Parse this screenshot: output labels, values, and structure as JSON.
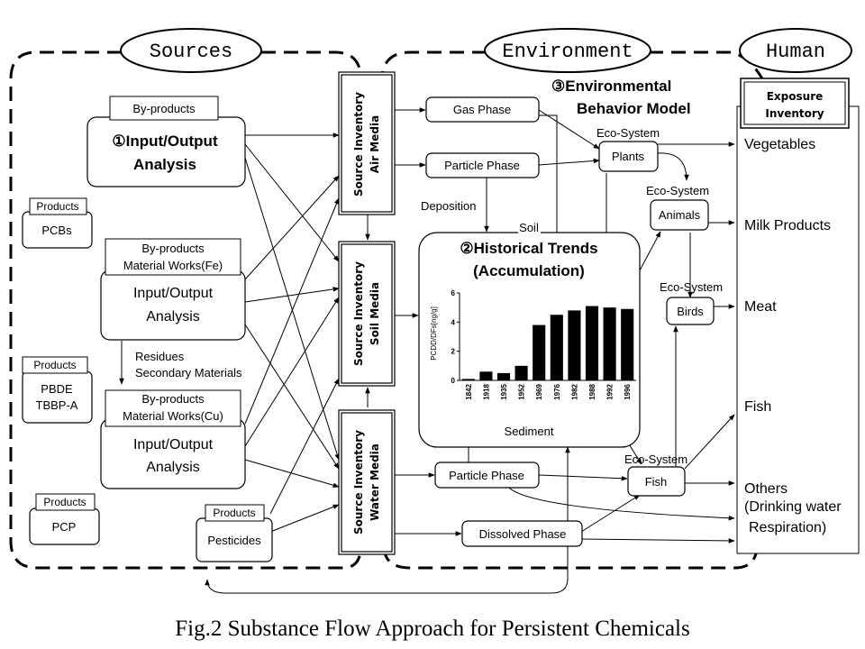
{
  "headers": {
    "sources": "Sources",
    "environment": "Environment",
    "human": "Human"
  },
  "sources": {
    "io1": {
      "tab": "By-products",
      "num": "①",
      "line1": "Input/Output",
      "line2": "Analysis"
    },
    "io2": {
      "tab1": "By-products",
      "tab2": "Material Works(Fe)",
      "line1": "Input/Output",
      "line2": "Analysis"
    },
    "io3": {
      "tab1": "By-products",
      "tab2": "Material Works(Cu)",
      "line1": "Input/Output",
      "line2": "Analysis"
    },
    "residues": {
      "line1": "Residues",
      "line2": "Secondary Materials"
    },
    "pcbs": {
      "tab": "Products",
      "label": "PCBs"
    },
    "pbde": {
      "tab": "Products",
      "line1": "PBDE",
      "line2": "TBBP-A"
    },
    "pcp": {
      "tab": "Products",
      "label": "PCP"
    },
    "pesticides": {
      "tab": "Products",
      "label": "Pesticides"
    }
  },
  "inventory": {
    "air": {
      "line1": "Source Inventory",
      "line2": "Air Media"
    },
    "soil": {
      "line1": "Source Inventory",
      "line2": "Soil Media"
    },
    "water": {
      "line1": "Source Inventory",
      "line2": "Water Media"
    }
  },
  "environment": {
    "gas_phase": "Gas Phase",
    "particle_phase_air": "Particle Phase",
    "deposition": "Deposition",
    "soil": "Soil",
    "historical": {
      "num": "②",
      "line1": "Historical Trends",
      "line2": "(Accumulation)"
    },
    "sediment": "Sediment",
    "particle_phase_water": "Particle Phase",
    "dissolved_phase": "Dissolved Phase",
    "behavior_model": {
      "num": "③",
      "line1": "Environmental",
      "line2": "Behavior Model"
    },
    "eco_plants": {
      "label": "Eco-System",
      "box": "Plants"
    },
    "eco_animals": {
      "label": "Eco-System",
      "box": "Animals"
    },
    "eco_birds": {
      "label": "Eco-System",
      "box": "Birds"
    },
    "eco_fish": {
      "label": "Eco-System",
      "box": "Fish"
    }
  },
  "human": {
    "exposure": {
      "line1": "Exposure",
      "line2": "Inventory"
    },
    "items": {
      "vegetables": "Vegetables",
      "milk": "Milk Products",
      "meat": "Meat",
      "fish": "Fish",
      "others": "Others",
      "drinking": "(Drinking water",
      "respiration": "Respiration)"
    }
  },
  "caption": "Fig.2  Substance Flow Approach for Persistent Chemicals",
  "chart_data": {
    "type": "bar",
    "categories": [
      "1842",
      "1918",
      "1935",
      "1952",
      "1969",
      "1976",
      "1982",
      "1988",
      "1992",
      "1996"
    ],
    "values": [
      0.1,
      0.6,
      0.5,
      1.0,
      3.8,
      4.5,
      4.8,
      5.1,
      5.0,
      4.9
    ],
    "ylabel": "PCDD/DFs[ng/g]",
    "ylim": [
      0,
      6
    ],
    "yticks": [
      "0",
      "2",
      "4",
      "6"
    ],
    "color": "#000000"
  }
}
